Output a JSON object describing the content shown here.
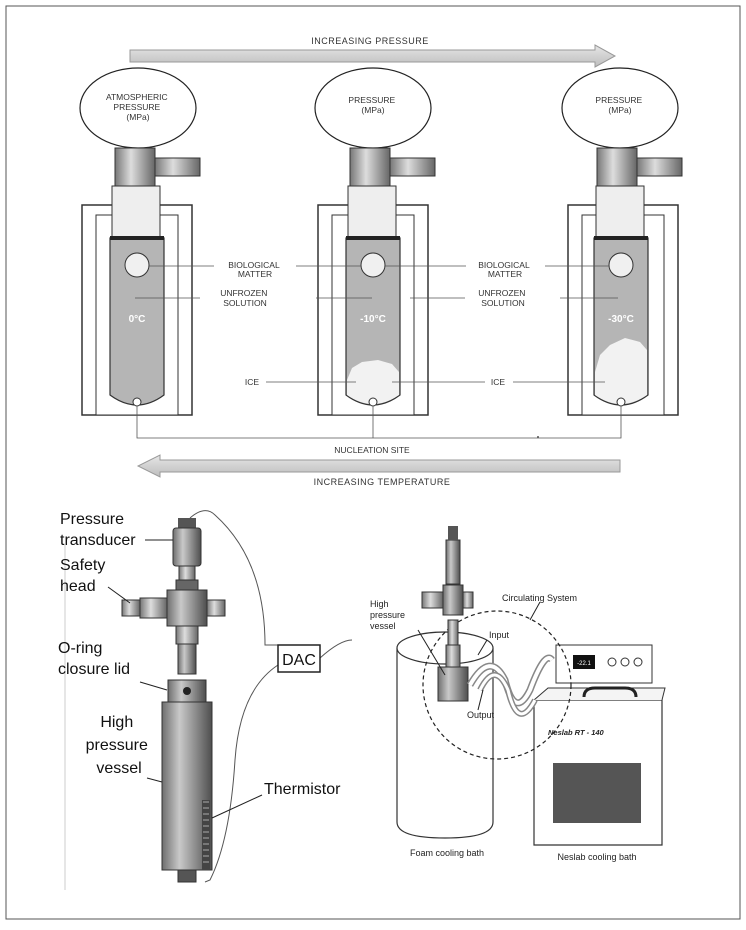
{
  "top": {
    "increasing_pressure": "INCREASING PRESSURE",
    "increasing_temperature": "INCREASING TEMPERATURE",
    "nucleation_site": "NUCLEATION SITE",
    "gauge_left": [
      "ATMOSPHERIC",
      "PRESSURE",
      "(MPa)"
    ],
    "gauge_mid": [
      "PRESSURE",
      "(MPa)"
    ],
    "gauge_right": [
      "PRESSURE",
      "(MPa)"
    ],
    "temp_left": "0°C",
    "temp_mid": "-10°C",
    "temp_right": "-30°C",
    "biological_matter": [
      "BIOLOGICAL",
      "MATTER"
    ],
    "unfrozen_solution": [
      "UNFROZEN",
      "SOLUTION"
    ],
    "ice": "ICE"
  },
  "bottom_left": {
    "pressure_transducer": [
      "Pressure",
      "transducer"
    ],
    "safety_head": [
      "Safety",
      "head"
    ],
    "oring_closure": [
      "O-ring",
      "closure lid"
    ],
    "high_pressure_vessel": [
      "High",
      "pressure",
      "vessel"
    ],
    "dac": "DAC",
    "thermistor": "Thermistor"
  },
  "bottom_right": {
    "high_pressure_vessel": [
      "High",
      "pressure",
      "vessel"
    ],
    "circulating_system": "Circulating System",
    "input": "Input",
    "output": "Output",
    "display": "-22.1",
    "neslab_model": "Neslab RT - 140",
    "foam_cooling_bath": "Foam cooling bath",
    "neslab_cooling_bath": "Neslab cooling bath"
  }
}
